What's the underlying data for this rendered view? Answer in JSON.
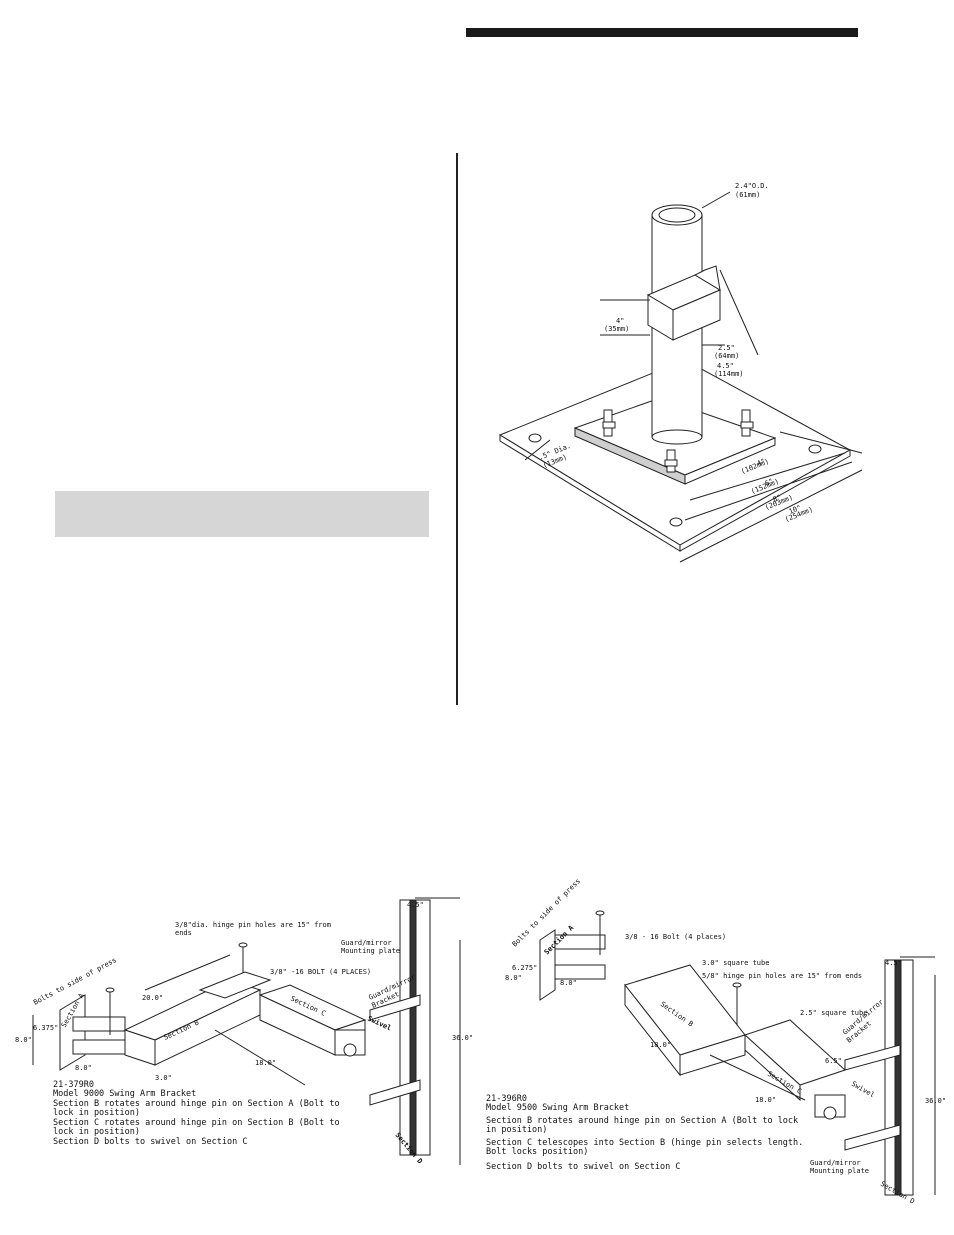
{
  "post_drawing": {
    "od": "2.4\"O.D.",
    "od_mm": "(61mm)",
    "dim_4_top": "4\"",
    "dim_4_mm": "(35mm)",
    "dim_25": "2.5\"",
    "dim_25_mm": "(64mm)",
    "dim_45": "4.5\"",
    "dim_45_mm": "(114mm)",
    "hole_dia": ".5\" Dia.",
    "hole_mm": "(13mm)",
    "dim_4_base": "4\"",
    "dim_4_base_mm": "(102mm)",
    "dim_6": "6\"",
    "dim_6_mm": "(152mm)",
    "dim_8": "8\"",
    "dim_8_mm": "(203mm)",
    "dim_10": "10\"",
    "dim_10_mm": "(254mm)"
  },
  "bracket_9000": {
    "bolts_label": "Bolts to side of press",
    "hinge_note": "3/8\"dia. hinge pin holes are 15\" from",
    "hinge_note2": "ends",
    "bolt_label": "3/8\" -16 BOLT (4 PLACES)",
    "guard_plate": "Guard/mirror",
    "guard_plate2": "Mounting plate",
    "guard_bracket": "Guard/mirror",
    "guard_bracket2": "Bracket",
    "sec_a": "Section A",
    "sec_b": "Section B",
    "sec_c": "Section C",
    "sec_d": "Section D",
    "swivel": "Swivel",
    "d_20": "20.0\"",
    "d_18": "18.0\"",
    "d_6375": "6.375\"",
    "d_8a": "8.0\"",
    "d_8b": "8.0\"",
    "d_3": "3.0\"",
    "d_45": "4.5\"",
    "d_36": "36.0\"",
    "caption": [
      "21-379R0",
      "Model 9000 Swing Arm Bracket",
      "Section B rotates around hinge pin on Section A (Bolt to",
      "lock in position)",
      "Section C rotates around hinge pin on Section B (Bolt to",
      "lock in position)",
      "Section D bolts to swivel on Section C"
    ]
  },
  "bracket_9500": {
    "bolts_label": "Bolts to side of press",
    "bolt_label": "3/8 - 16 Bolt (4 places)",
    "tube30": "3.0\" square tube",
    "hinge_note": "5/8\" hinge pin holes are 15\" from ends",
    "tube25": "2.5\" square tube",
    "guard_bracket": "Guard/mirror",
    "guard_bracket2": "Bracket",
    "guard_plate": "Guard/mirror",
    "guard_plate2": "Mounting plate",
    "sec_a": "Section A",
    "sec_b": "Section B",
    "sec_c": "Section C",
    "sec_d": "Section D",
    "swivel": "Swivel",
    "d_6275": "6.275\"",
    "d_8a": "8.0\"",
    "d_8b": "8.0\"",
    "d_18a": "18.0\"",
    "d_18b": "18.0\"",
    "d_65": "6.5\"",
    "d_45": "4.5\"",
    "d_36": "36.0\"",
    "caption": [
      "21-396R0",
      "Model 9500 Swing Arm Bracket",
      "Section B rotates around hinge pin on Section A (Bolt to lock",
      "in position)",
      "Section C telescopes into Section B (hinge pin selects length.",
      "Bolt locks position)",
      "Section D bolts to swivel on Section C"
    ]
  }
}
